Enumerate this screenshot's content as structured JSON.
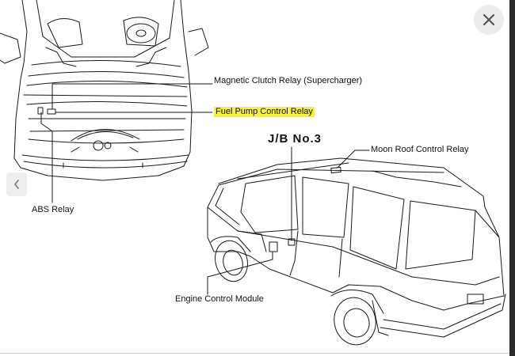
{
  "labels": {
    "magnetic_clutch": "Magnetic Clutch Relay (Supercharger)",
    "fuel_pump": "Fuel Pump Control Relay",
    "jb": "J/B No.3",
    "moon_roof": "Moon Roof Control Relay",
    "abs": "ABS Relay",
    "ecm": "Engine Control Module"
  },
  "controls": {
    "close_icon": "close-icon",
    "prev_icon": "chevron-left-icon"
  },
  "colors": {
    "highlight": "#f6f23a",
    "line": "#1a1a1a"
  }
}
